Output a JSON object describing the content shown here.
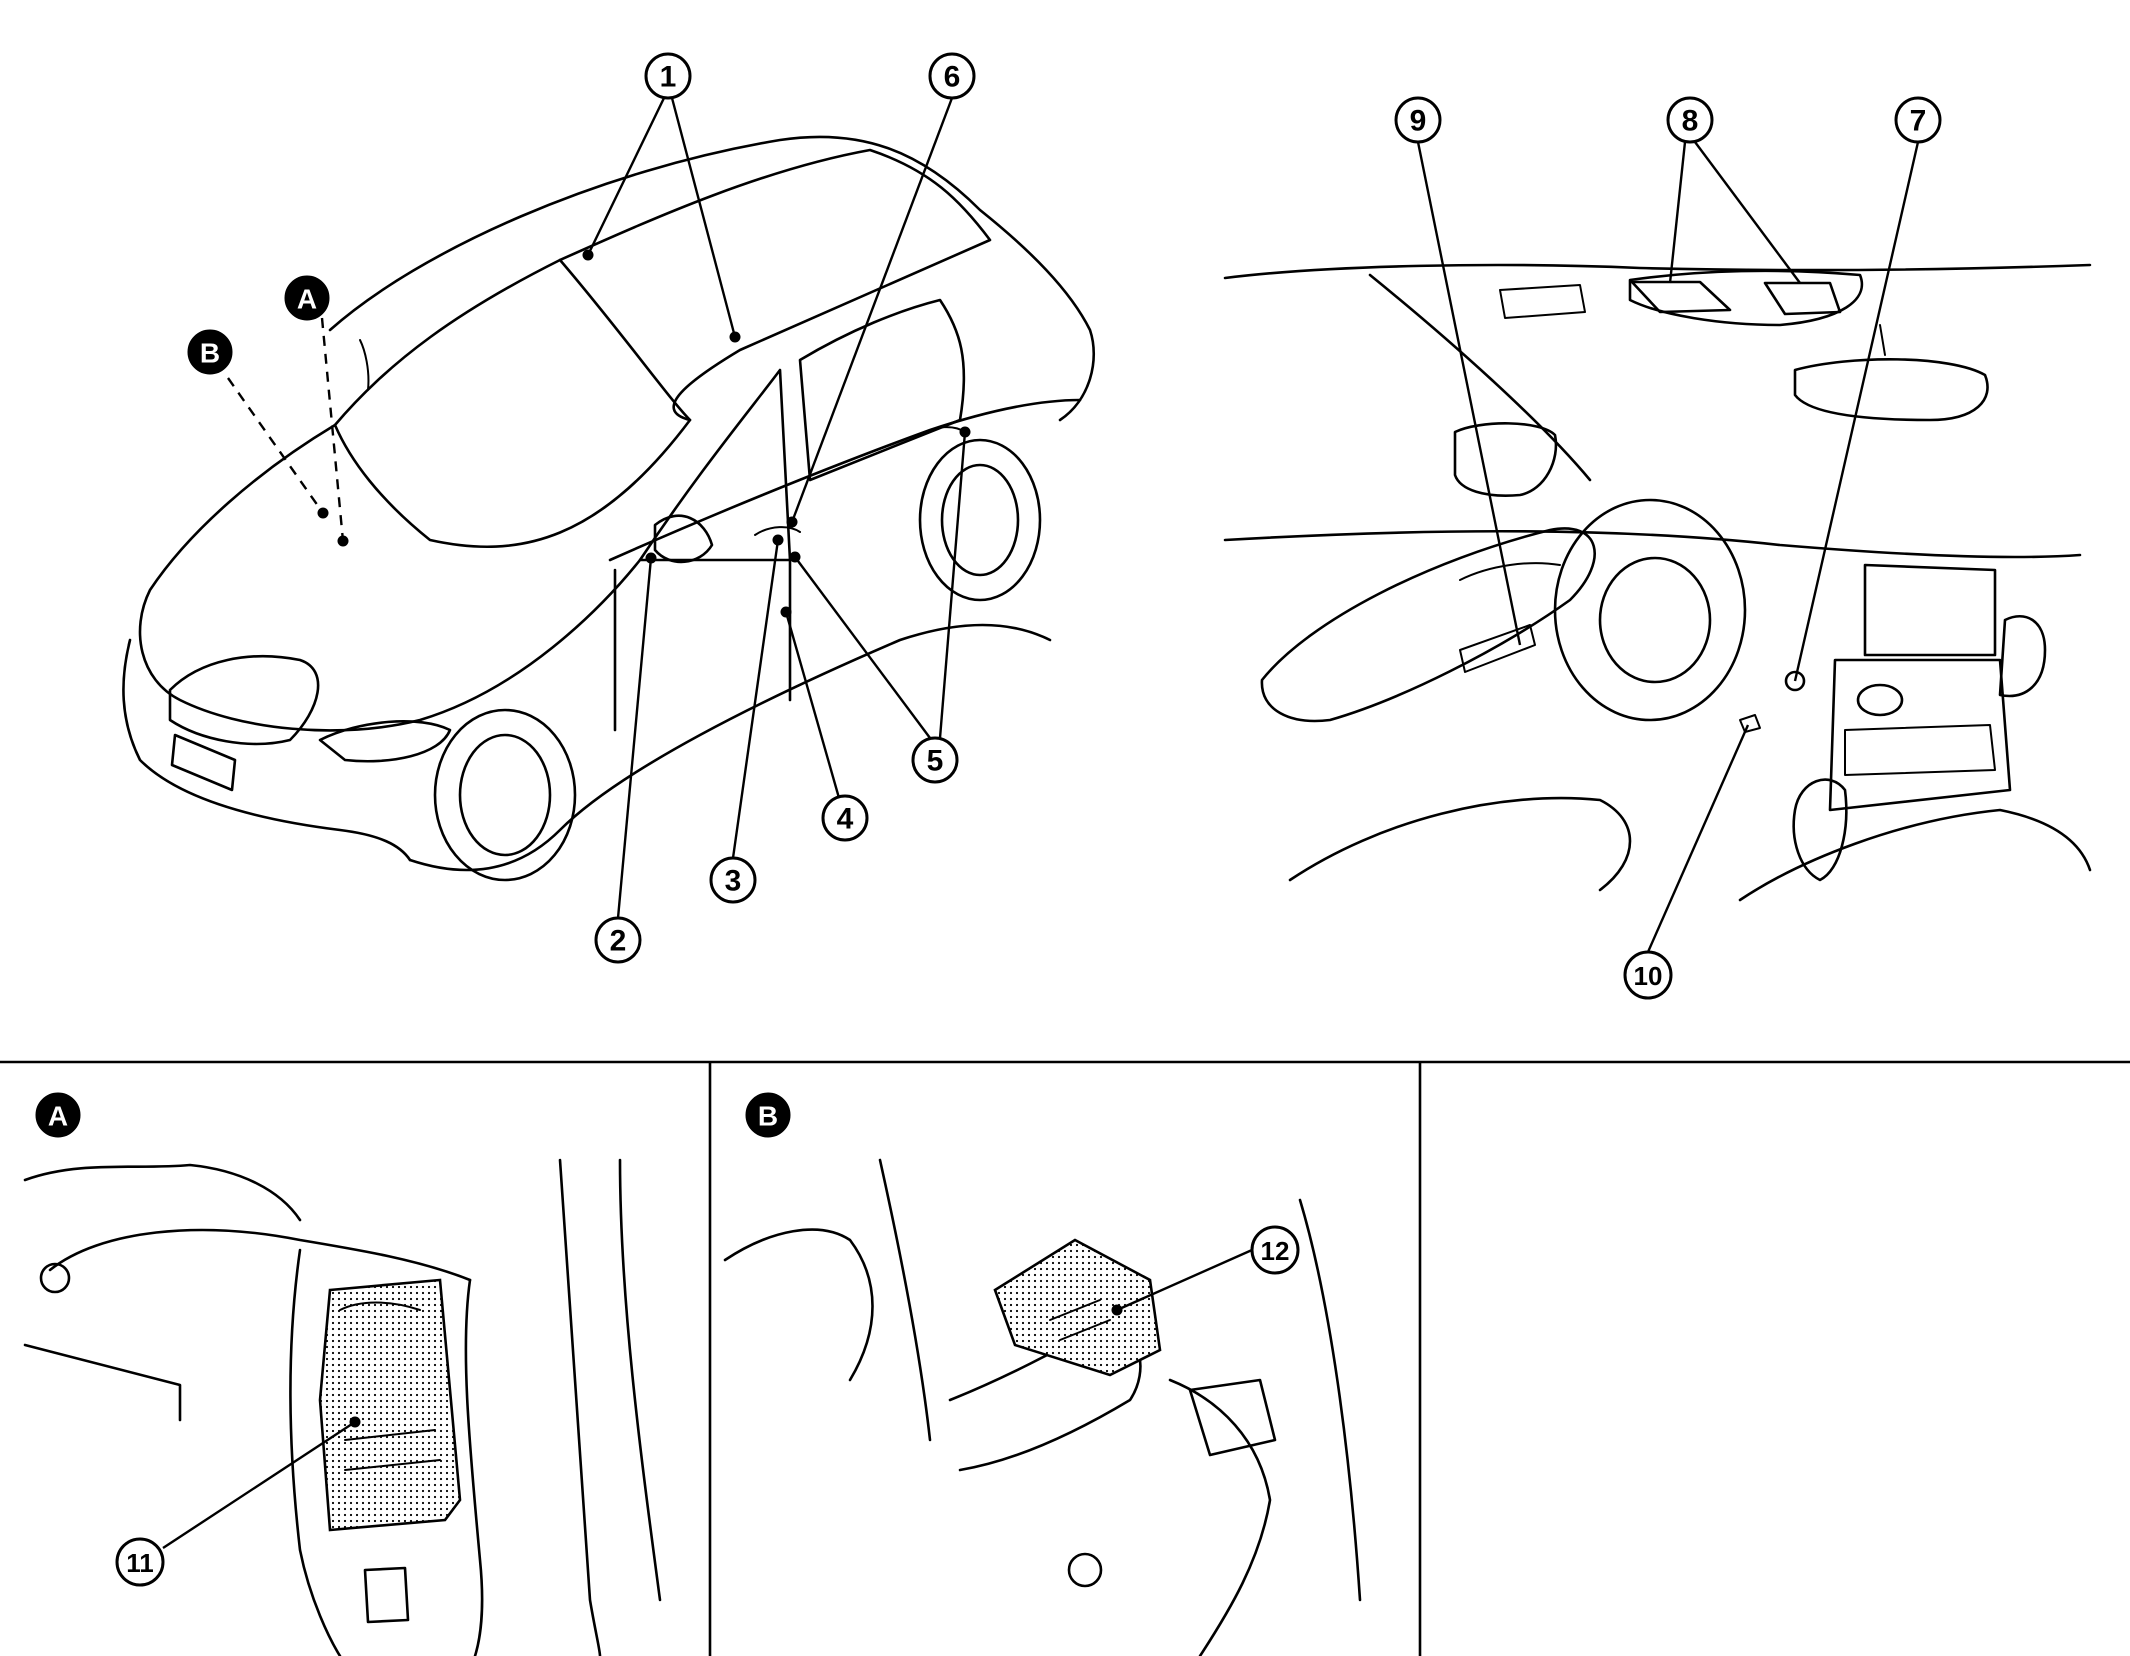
{
  "callouts": {
    "c1": "1",
    "c2": "2",
    "c3": "3",
    "c4": "4",
    "c5": "5",
    "c6": "6",
    "c7": "7",
    "c8": "8",
    "c9": "9",
    "c10": "10",
    "c11": "11",
    "c12": "12",
    "cA": "A",
    "cB": "B"
  },
  "panels": {
    "detail_a_label": "A",
    "detail_b_label": "B"
  }
}
